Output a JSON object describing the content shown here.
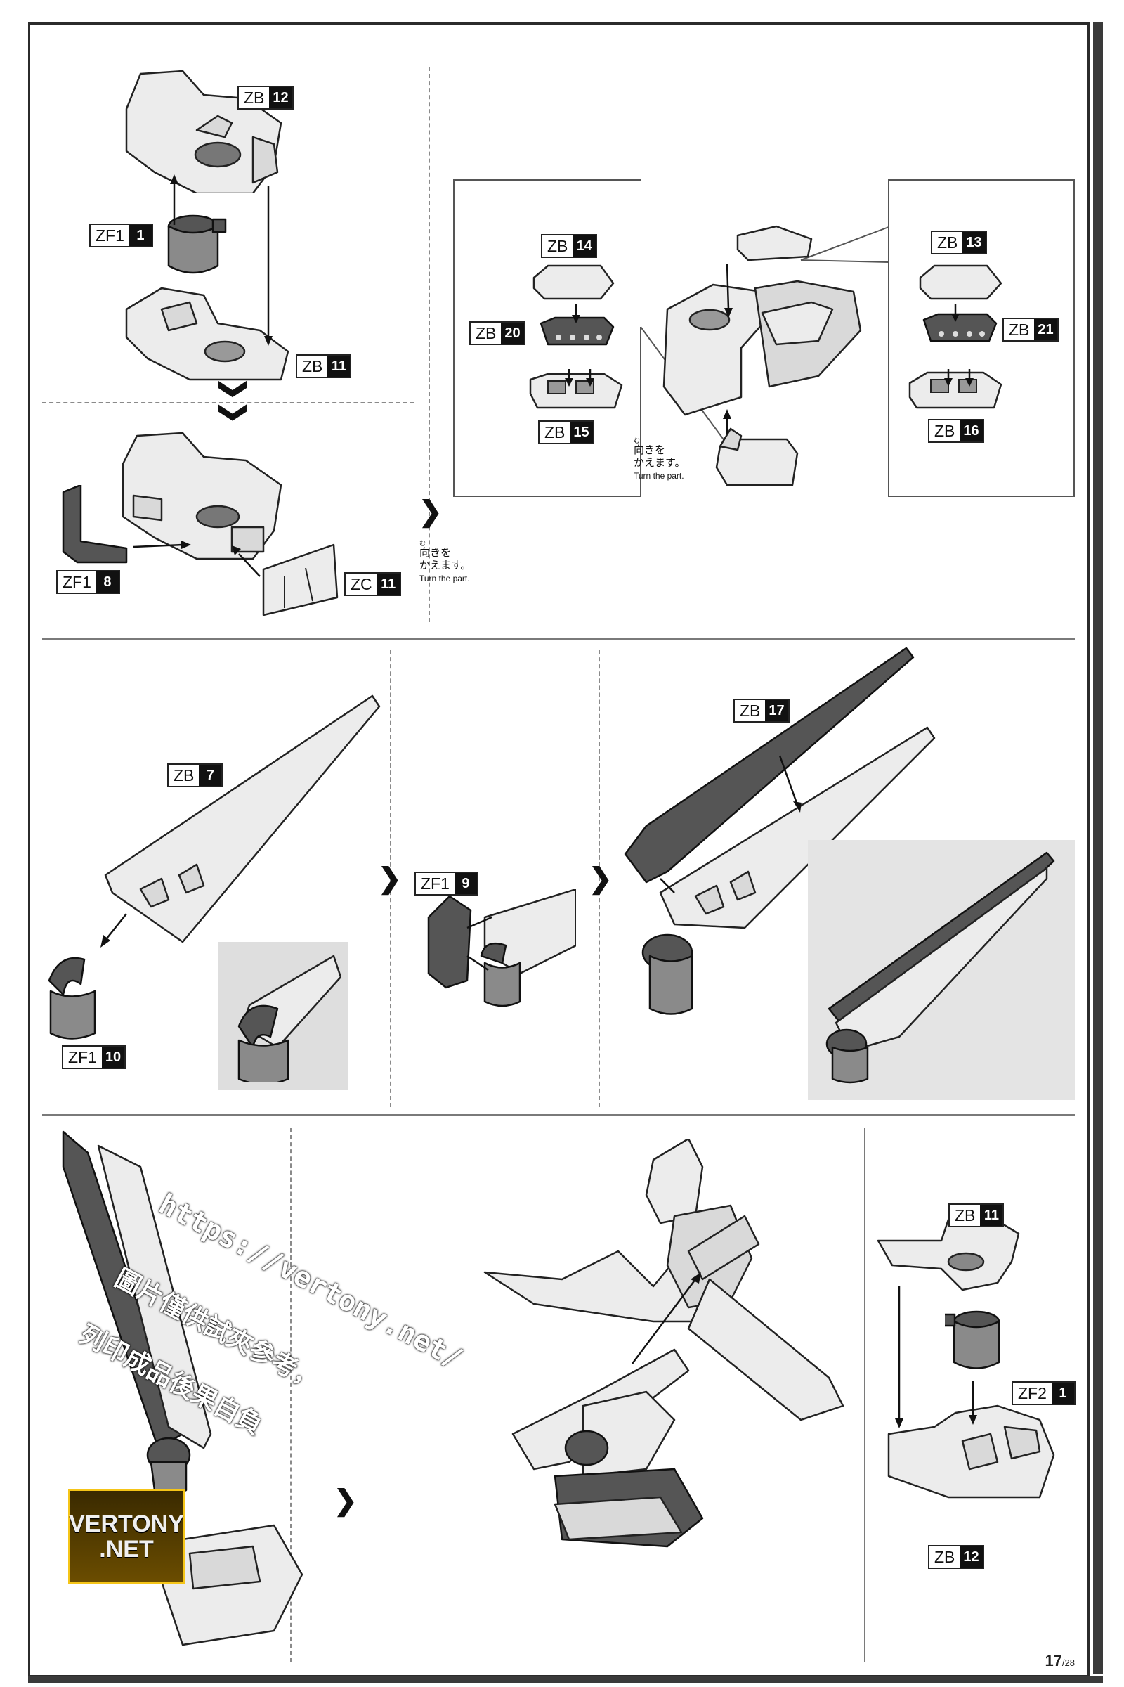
{
  "labels": {
    "zb12_top": {
      "code": "ZB",
      "num": "12"
    },
    "zf1_1": {
      "code": "ZF1",
      "num": "1"
    },
    "zb11_top": {
      "code": "ZB",
      "num": "11"
    },
    "zf1_8": {
      "code": "ZF1",
      "num": "8"
    },
    "zc11": {
      "code": "ZC",
      "num": "11"
    },
    "zb14": {
      "code": "ZB",
      "num": "14"
    },
    "zb20": {
      "code": "ZB",
      "num": "20"
    },
    "zb15": {
      "code": "ZB",
      "num": "15"
    },
    "zb13": {
      "code": "ZB",
      "num": "13"
    },
    "zb21": {
      "code": "ZB",
      "num": "21"
    },
    "zb16": {
      "code": "ZB",
      "num": "16"
    },
    "zb7": {
      "code": "ZB",
      "num": "7"
    },
    "zf1_10": {
      "code": "ZF1",
      "num": "10"
    },
    "zf1_9": {
      "code": "ZF1",
      "num": "9"
    },
    "zb17": {
      "code": "ZB",
      "num": "17"
    },
    "zb11_bottom": {
      "code": "ZB",
      "num": "11"
    },
    "zf2_1": {
      "code": "ZF2",
      "num": "1"
    },
    "zb12_bottom": {
      "code": "ZB",
      "num": "12"
    }
  },
  "notes": {
    "turn_part_1": {
      "jp_ruby": "む",
      "jp_line1": "向きを",
      "jp_line2": "かえます。",
      "en": "Turn the part."
    },
    "turn_part_2": {
      "jp_ruby": "む",
      "jp_line1": "向きを",
      "jp_line2": "かえます。",
      "en": "Turn the part."
    }
  },
  "watermark": {
    "url": "https://vertony.net/",
    "line2": "圖片僅供試夾參考，",
    "line3": "列印成品後果自負",
    "logo_line1": "VERTONY",
    "logo_line2": ".NET"
  },
  "page": {
    "current": "17",
    "total": "/28"
  }
}
